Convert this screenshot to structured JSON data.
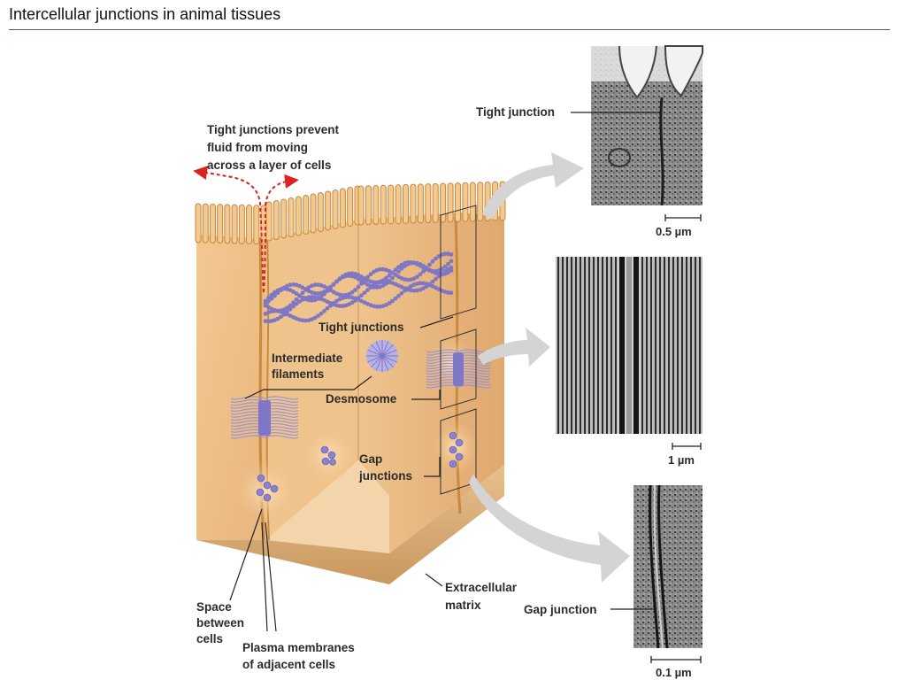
{
  "page": {
    "title": "Intercellular junctions in animal tissues"
  },
  "diagram": {
    "note_lines": [
      "Tight junctions prevent",
      "fluid from moving",
      "across a layer of cells"
    ],
    "labels": {
      "tight_junctions": "Tight junctions",
      "intermediate_filaments": [
        "Intermediate",
        "filaments"
      ],
      "desmosome": "Desmosome",
      "gap_junctions": [
        "Gap",
        "junctions"
      ],
      "space_between_cells": [
        "Space",
        "between",
        "cells"
      ],
      "plasma_membranes": [
        "Plasma membranes",
        "of adjacent cells"
      ],
      "extracellular_matrix": [
        "Extracellular",
        "matrix"
      ]
    },
    "micrographs": {
      "tight": {
        "label": "Tight junction",
        "scale": "0.5 µm"
      },
      "desmosome": {
        "scale": "1 µm"
      },
      "gap": {
        "label": "Gap junction",
        "scale": "0.1 µm"
      }
    },
    "colors": {
      "cell": "#f0c08a",
      "membrane": "#c8893b",
      "filament": "#7f77c6",
      "arrow": "#d4d4d4",
      "fluid": "#d22"
    }
  }
}
